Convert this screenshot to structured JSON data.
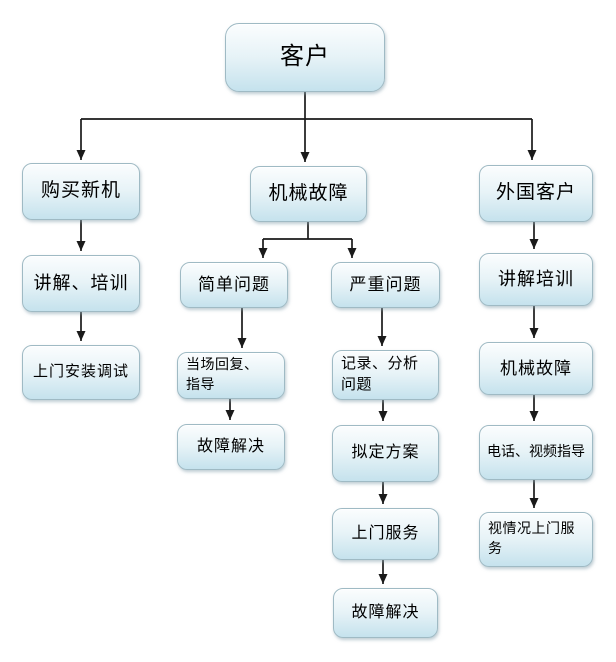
{
  "diagram": {
    "type": "flowchart",
    "background_color": "#ffffff",
    "node_fill_top": "#fbfdfe",
    "node_fill_bottom": "#c5e2ed",
    "node_border_color": "#9fbac4",
    "arrow_color": "#1a1a1a",
    "text_color": "#000000"
  },
  "nodes": {
    "customer": {
      "label": "客户"
    },
    "buy_new_machine": {
      "label": "购买新机"
    },
    "explain_training_left": {
      "label": "讲解、培训"
    },
    "onsite_install_debug": {
      "label": "上门安装调试"
    },
    "mechanical_fault_mid": {
      "label": "机械故障"
    },
    "simple_problem": {
      "label": "简单问题"
    },
    "serious_problem": {
      "label": "严重问题"
    },
    "onspot_reply_guide": {
      "label": "当场回复、指导"
    },
    "fault_solved_simple": {
      "label": "故障解决"
    },
    "record_analyze_problem": {
      "label": "记录、分析问题"
    },
    "draft_plan": {
      "label": "拟定方案"
    },
    "onsite_service": {
      "label": "上门服务"
    },
    "fault_solved_serious": {
      "label": "故障解决"
    },
    "foreign_customer": {
      "label": "外国客户"
    },
    "explain_training_right": {
      "label": "讲解培训"
    },
    "mechanical_fault_right": {
      "label": "机械故障"
    },
    "phone_video_guide": {
      "label": "电话、视频指导"
    },
    "onsite_service_depends": {
      "label": "视情况上门服务"
    }
  },
  "edges": [
    {
      "from": "customer",
      "to": "buy_new_machine"
    },
    {
      "from": "customer",
      "to": "mechanical_fault_mid"
    },
    {
      "from": "customer",
      "to": "foreign_customer"
    },
    {
      "from": "buy_new_machine",
      "to": "explain_training_left"
    },
    {
      "from": "explain_training_left",
      "to": "onsite_install_debug"
    },
    {
      "from": "mechanical_fault_mid",
      "to": "simple_problem"
    },
    {
      "from": "mechanical_fault_mid",
      "to": "serious_problem"
    },
    {
      "from": "simple_problem",
      "to": "onspot_reply_guide"
    },
    {
      "from": "onspot_reply_guide",
      "to": "fault_solved_simple"
    },
    {
      "from": "serious_problem",
      "to": "record_analyze_problem"
    },
    {
      "from": "record_analyze_problem",
      "to": "draft_plan"
    },
    {
      "from": "draft_plan",
      "to": "onsite_service"
    },
    {
      "from": "onsite_service",
      "to": "fault_solved_serious"
    },
    {
      "from": "foreign_customer",
      "to": "explain_training_right"
    },
    {
      "from": "explain_training_right",
      "to": "mechanical_fault_right"
    },
    {
      "from": "mechanical_fault_right",
      "to": "phone_video_guide"
    },
    {
      "from": "phone_video_guide",
      "to": "onsite_service_depends"
    }
  ]
}
